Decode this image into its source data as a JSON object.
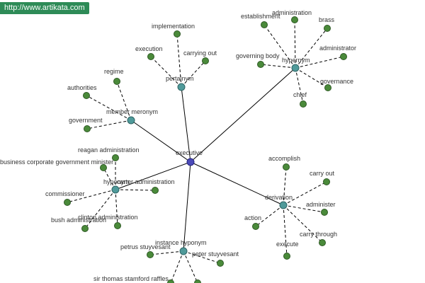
{
  "watermark": "http://www.artikata.com",
  "colors": {
    "leaf": "#4a8a3a",
    "relation": "#4f9a9a",
    "root": "#4b4ab8"
  },
  "root": {
    "label": "executive"
  },
  "groups": [
    {
      "id": "pertainym",
      "label": "pertainym",
      "leaves": [
        "implementation",
        "execution",
        "carrying out"
      ]
    },
    {
      "id": "hypernym",
      "label": "hypernym",
      "leaves": [
        "establishment",
        "administration",
        "brass",
        "administrator",
        "governing body",
        "governance",
        "chief"
      ]
    },
    {
      "id": "member-meronym",
      "label": "member meronym",
      "leaves": [
        "regime",
        "authorities",
        "government"
      ]
    },
    {
      "id": "hyponym",
      "label": "hyponym",
      "leaves": [
        "reagan administration",
        "business corporate government minister",
        "carter administration",
        "commissioner",
        "bush administration",
        "clinton administration"
      ]
    },
    {
      "id": "derivation",
      "label": "derivation",
      "leaves": [
        "accomplish",
        "carry out",
        "administer",
        "action",
        "carry through",
        "execute"
      ]
    },
    {
      "id": "instance-hyponym",
      "label": "instance hyponym",
      "leaves": [
        "petrus stuyvesant",
        "peter stuyvesant",
        "sir thomas stamford raffles",
        ""
      ]
    }
  ]
}
